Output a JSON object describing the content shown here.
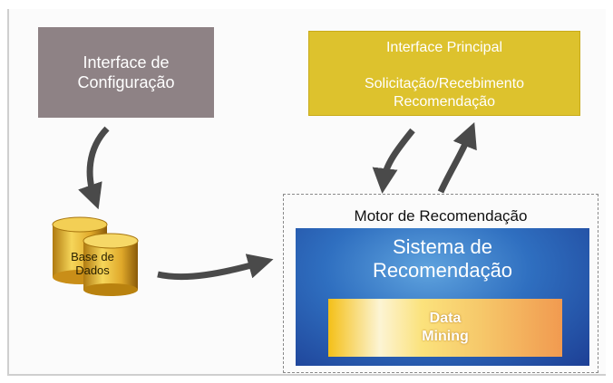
{
  "config_box": {
    "line1": "Interface de",
    "line2": "Configuração"
  },
  "main_box": {
    "title": "Interface Principal",
    "line1": "Solicitação/Recebimento",
    "line2": "Recomendação"
  },
  "database": {
    "line1": "Base de",
    "line2": "Dados"
  },
  "motor": {
    "label": "Motor de Recomendação"
  },
  "sistema": {
    "line1": "Sistema de",
    "line2": "Recomendação"
  },
  "data_mining": {
    "line1": "Data",
    "line2": "Mining"
  },
  "colors": {
    "config_fill": "#8e8285",
    "main_fill": "#ddc22d",
    "sistema_fill": "#2f6fc0",
    "arrow": "#4a4a4a"
  }
}
